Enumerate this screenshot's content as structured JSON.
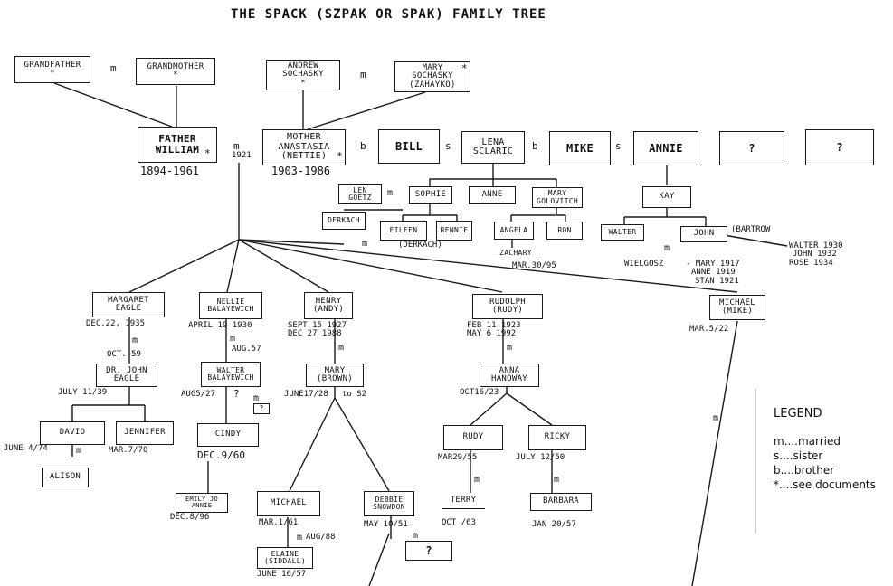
{
  "title": "THE SPACK (SZPAK OR SPAK) FAMILY TREE",
  "symbols": {
    "married": "m",
    "sister": "s",
    "brother": "b",
    "star": "*",
    "question": "?"
  },
  "people": {
    "grandfather": "GRANDFATHER",
    "grandmother": "GRANDMOTHER",
    "andrew": [
      "ANDREW",
      "SOCHASKY"
    ],
    "mary_sochasky": [
      "MARY",
      "SOCHASKY",
      "(ZAHAYKO)"
    ],
    "father": [
      "FATHER",
      "WILLIAM"
    ],
    "mother": [
      "MOTHER",
      "ANASTASIA",
      "(NETTIE)"
    ],
    "bill": "BILL",
    "lena": [
      "LENA",
      "SCLARIC"
    ],
    "mike": "MIKE",
    "annie": "ANNIE",
    "len_goetz": [
      "LEN",
      "GOETZ"
    ],
    "sophie": "SOPHIE",
    "anne": "ANNE",
    "mary_golovitch": [
      "MARY",
      "GOLOVITCH"
    ],
    "kay": "KAY",
    "derkach": "DERKACH",
    "eileen": "EILEEN",
    "rennie": "RENNIE",
    "derkach2": "(DERKACH)",
    "angela": "ANGELA",
    "ron": "RON",
    "zachary": "ZACHARY",
    "walter": "WALTER",
    "john": "JOHN",
    "margaret": [
      "MARGARET",
      "EAGLE"
    ],
    "nellie": [
      "NELLIE",
      "BALAYEWICH"
    ],
    "henry": [
      "HENRY",
      "(ANDY)"
    ],
    "rudolph": [
      "RUDOLPH",
      "(RUDY)"
    ],
    "michael_mike": [
      "MICHAEL",
      "(MIKE)"
    ],
    "dr_john": [
      "DR. JOHN",
      "EAGLE"
    ],
    "walter_b": [
      "WALTER",
      "BALAYEWICH"
    ],
    "mary_brown": [
      "MARY",
      "(BROWN)"
    ],
    "anna": [
      "ANNA",
      "HANOWAY"
    ],
    "david": "DAVID",
    "jennifer": "JENNIFER",
    "cindy": "CINDY",
    "rudy": "RUDY",
    "ricky": "RICKY",
    "alison": "ALISON",
    "emily": [
      "EMILY JO",
      "ANNIE"
    ],
    "michael": "MICHAEL",
    "debbie": [
      "DEBBIE",
      "SNOWDON"
    ],
    "terry": "TERRY",
    "barbara": "BARBARA",
    "elaine": [
      "ELAINE",
      "(SIDDALL)"
    ]
  },
  "dates": {
    "father": "1894-1961",
    "marriage1921": "1921",
    "mother": "1903-1986",
    "zachary": "MAR.30/95",
    "bartrow": "(BARTROW",
    "wielgosz": "WIELGOSZ",
    "john_kids": [
      "- MARY 1917",
      "ANNE 1919",
      "STAN 1921"
    ],
    "walter_kids": [
      "WALTER 1930",
      "JOHN 1932",
      "ROSE 1934"
    ],
    "margaret": "DEC.22, 1935",
    "nellie": "APRIL 19 1930",
    "henry": [
      "SEPT 15  1927",
      "DEC 27   1988"
    ],
    "rudolph": [
      "FEB 11  1923",
      "MAY 6   1992"
    ],
    "michael_mike": "MAR.5/22",
    "oct59": "OCT. 59",
    "aug57": "AUG.57",
    "dr_john": "JULY 11/39",
    "walter_b": "AUG5/27",
    "mary_brown": "JUNE17/28",
    "to_s2": "to S2",
    "anna": "OCT16/23",
    "david": "JUNE 4/74",
    "jennifer": "MAR.7/70",
    "cindy": "DEC.9/60",
    "rudy": "MAR29/55",
    "ricky": "JULY 12/50",
    "emily": "DEC.8/96",
    "michael": "MAR.1/61",
    "aug88": "AUG/88",
    "debbie": "MAY 10/51",
    "terry": "OCT  /63",
    "barbara": "JAN 20/57",
    "elaine": "JUNE 16/57"
  },
  "legend": {
    "title": "LEGEND",
    "items": [
      "m....married",
      "s....sister",
      "b....brother",
      "*....see documents"
    ]
  }
}
